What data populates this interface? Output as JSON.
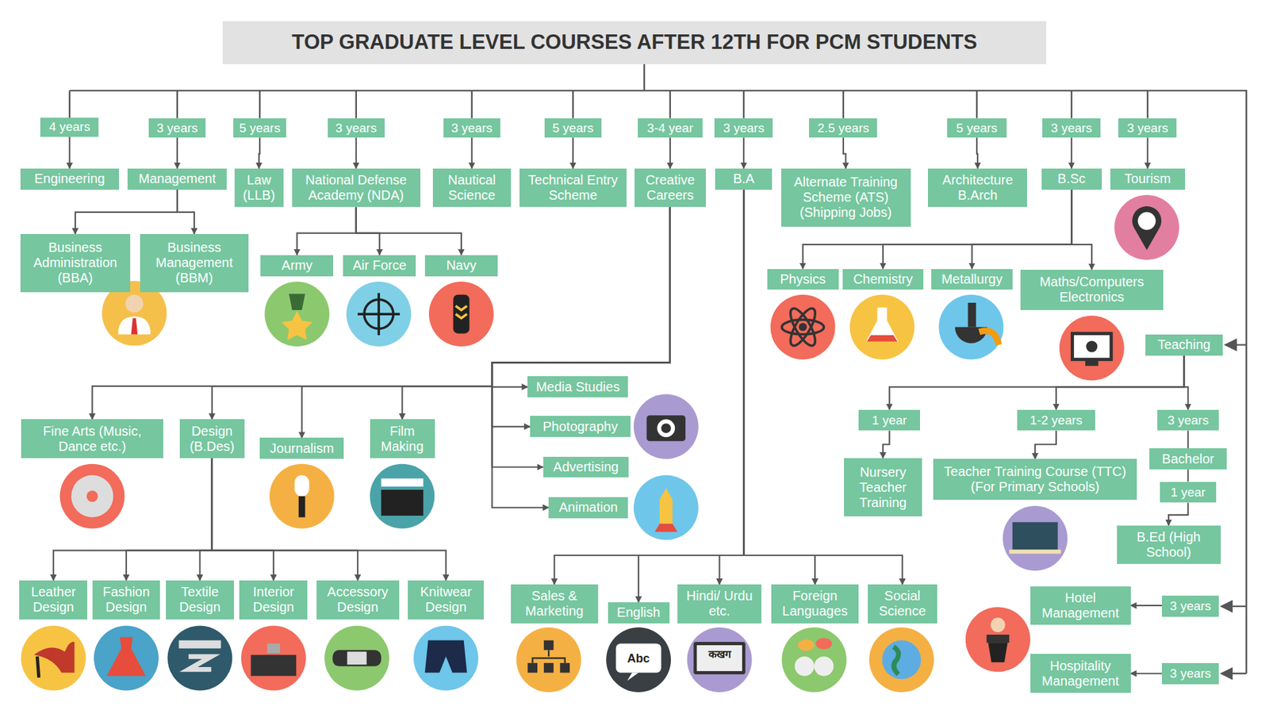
{
  "diagram": {
    "title": "TOP GRADUATE LEVEL COURSES AFTER 12TH FOR PCM STUDENTS",
    "nodes": [
      {
        "text": [
          "4 years"
        ]
      },
      {
        "text": [
          "3 years"
        ]
      },
      {
        "text": [
          "5 years"
        ]
      },
      {
        "text": [
          "3 years"
        ]
      },
      {
        "text": [
          "3 years"
        ]
      },
      {
        "text": [
          "5 years"
        ]
      },
      {
        "text": [
          "3-4 year"
        ]
      },
      {
        "text": [
          "3 years"
        ]
      },
      {
        "text": [
          "2.5 years"
        ]
      },
      {
        "text": [
          "5 years"
        ]
      },
      {
        "text": [
          "3 years"
        ]
      },
      {
        "text": [
          "3 years"
        ]
      },
      {
        "text": [
          "Engineering"
        ]
      },
      {
        "text": [
          "Management"
        ]
      },
      {
        "text": [
          "Law (LLB)"
        ]
      },
      {
        "text": [
          "National Defense Academy (NDA)"
        ]
      },
      {
        "text": [
          "Nautical Science"
        ]
      },
      {
        "text": [
          "Technical Entry Scheme"
        ]
      },
      {
        "text": [
          "Creative Careers"
        ]
      },
      {
        "text": [
          "B.A"
        ]
      },
      {
        "text": [
          "Alternate Training Scheme (ATS) (Shipping Jobs)"
        ]
      },
      {
        "text": [
          "Architecture B.Arch"
        ]
      },
      {
        "text": [
          "B.Sc"
        ]
      },
      {
        "text": [
          "Tourism"
        ]
      },
      {
        "text": [
          "Business Administration (BBA)"
        ]
      },
      {
        "text": [
          "Business Management (BBM)"
        ]
      },
      {
        "text": [
          "Army"
        ]
      },
      {
        "text": [
          "Air Force"
        ]
      },
      {
        "text": [
          "Navy"
        ]
      },
      {
        "text": [
          "Physics"
        ]
      },
      {
        "text": [
          "Chemistry"
        ]
      },
      {
        "text": [
          "Metallurgy"
        ]
      },
      {
        "text": [
          "Maths/Computers Electronics"
        ]
      },
      {
        "text": [
          "Teaching"
        ]
      },
      {
        "text": [
          "Media Studies"
        ]
      },
      {
        "text": [
          "Photography"
        ]
      },
      {
        "text": [
          "Advertising"
        ]
      },
      {
        "text": [
          "Animation"
        ]
      },
      {
        "text": [
          "Fine Arts (Music, Dance etc.)"
        ]
      },
      {
        "text": [
          "Design (B.Des)"
        ]
      },
      {
        "text": [
          "Journalism"
        ]
      },
      {
        "text": [
          "Film Making"
        ]
      },
      {
        "text": [
          "1 year"
        ]
      },
      {
        "text": [
          "1-2 years"
        ]
      },
      {
        "text": [
          "3 years"
        ]
      },
      {
        "text": [
          "Nursery Teacher Training"
        ]
      },
      {
        "text": [
          "Teacher Training Course (TTC) (For Primary Schools)"
        ]
      },
      {
        "text": [
          "Bachelor"
        ]
      },
      {
        "text": [
          "1 year"
        ]
      },
      {
        "text": [
          "B.Ed (High School)"
        ]
      },
      {
        "text": [
          "Leather Design"
        ]
      },
      {
        "text": [
          "Fashion Design"
        ]
      },
      {
        "text": [
          "Textile Design"
        ]
      },
      {
        "text": [
          "Interior Design"
        ]
      },
      {
        "text": [
          "Accessory Design"
        ]
      },
      {
        "text": [
          "Knitwear Design"
        ]
      },
      {
        "text": [
          "Sales & Marketing"
        ]
      },
      {
        "text": [
          "English"
        ]
      },
      {
        "text": [
          "Hindi/ Urdu etc."
        ]
      },
      {
        "text": [
          "Foreign Languages"
        ]
      },
      {
        "text": [
          "Social Science"
        ]
      },
      {
        "text": [
          "3 years"
        ]
      },
      {
        "text": [
          "Hotel Management"
        ]
      },
      {
        "text": [
          "3 years"
        ]
      },
      {
        "text": [
          "Hospitality Management"
        ]
      }
    ],
    "edges": [
      {
        "from": 0,
        "to": 12,
        "arrow": "to"
      },
      {
        "from": 1,
        "to": 13,
        "arrow": "to"
      },
      {
        "from": 2,
        "to": 14,
        "arrow": "to"
      },
      {
        "from": 3,
        "to": 15,
        "arrow": "to"
      },
      {
        "from": 4,
        "to": 16,
        "arrow": "to"
      },
      {
        "from": 5,
        "to": 17,
        "arrow": "to"
      },
      {
        "from": 6,
        "to": 18,
        "arrow": "to"
      },
      {
        "from": 7,
        "to": 19,
        "arrow": "to"
      },
      {
        "from": 8,
        "to": 20,
        "arrow": "to"
      },
      {
        "from": 9,
        "to": 21,
        "arrow": "to"
      },
      {
        "from": 10,
        "to": 22,
        "arrow": "to"
      },
      {
        "from": 11,
        "to": 23,
        "arrow": "to"
      },
      {
        "from": 13,
        "to": 24,
        "arrow": "to"
      },
      {
        "from": 13,
        "to": 25,
        "arrow": "to"
      },
      {
        "from": 15,
        "to": 26,
        "arrow": "to"
      },
      {
        "from": 15,
        "to": 27,
        "arrow": "to"
      },
      {
        "from": 15,
        "to": 28,
        "arrow": "to"
      },
      {
        "from": 22,
        "to": 29,
        "arrow": "to"
      },
      {
        "from": 22,
        "to": 30,
        "arrow": "to"
      },
      {
        "from": 22,
        "to": 31,
        "arrow": "to"
      },
      {
        "from": 22,
        "to": 32,
        "arrow": "to"
      },
      {
        "from": 18,
        "to": 34,
        "arrow": "to"
      },
      {
        "from": 18,
        "to": 35,
        "arrow": "to"
      },
      {
        "from": 18,
        "to": 36,
        "arrow": "to"
      },
      {
        "from": 18,
        "to": 37,
        "arrow": "to"
      },
      {
        "from": 18,
        "to": 38,
        "arrow": "to"
      },
      {
        "from": 18,
        "to": 39,
        "arrow": "to"
      },
      {
        "from": 18,
        "to": 40,
        "arrow": "to"
      },
      {
        "from": 18,
        "to": 41,
        "arrow": "to"
      },
      {
        "from": 33,
        "to": 42,
        "arrow": "to"
      },
      {
        "from": 33,
        "to": 43,
        "arrow": "to"
      },
      {
        "from": 33,
        "to": 44,
        "arrow": "to"
      },
      {
        "from": 42,
        "to": 45,
        "arrow": "to"
      },
      {
        "from": 43,
        "to": 46,
        "arrow": "to"
      },
      {
        "from": 44,
        "to": 47,
        "arrow": "none"
      },
      {
        "from": 47,
        "to": 48,
        "arrow": "none"
      },
      {
        "from": 48,
        "to": 49,
        "arrow": "to"
      },
      {
        "from": 39,
        "to": 50,
        "arrow": "to"
      },
      {
        "from": 39,
        "to": 51,
        "arrow": "to"
      },
      {
        "from": 39,
        "to": 52,
        "arrow": "to"
      },
      {
        "from": 39,
        "to": 53,
        "arrow": "to"
      },
      {
        "from": 39,
        "to": 54,
        "arrow": "to"
      },
      {
        "from": 39,
        "to": 55,
        "arrow": "to"
      },
      {
        "from": 19,
        "to": 56,
        "arrow": "to"
      },
      {
        "from": 19,
        "to": 57,
        "arrow": "to"
      },
      {
        "from": 19,
        "to": 58,
        "arrow": "to"
      },
      {
        "from": 19,
        "to": 59,
        "arrow": "to"
      },
      {
        "from": 19,
        "to": 60,
        "arrow": "to"
      },
      {
        "from": 61,
        "to": 62,
        "arrow": "to"
      },
      {
        "from": 63,
        "to": 64,
        "arrow": "to"
      }
    ],
    "labels": [
      "Abc",
      "कखग"
    ]
  }
}
